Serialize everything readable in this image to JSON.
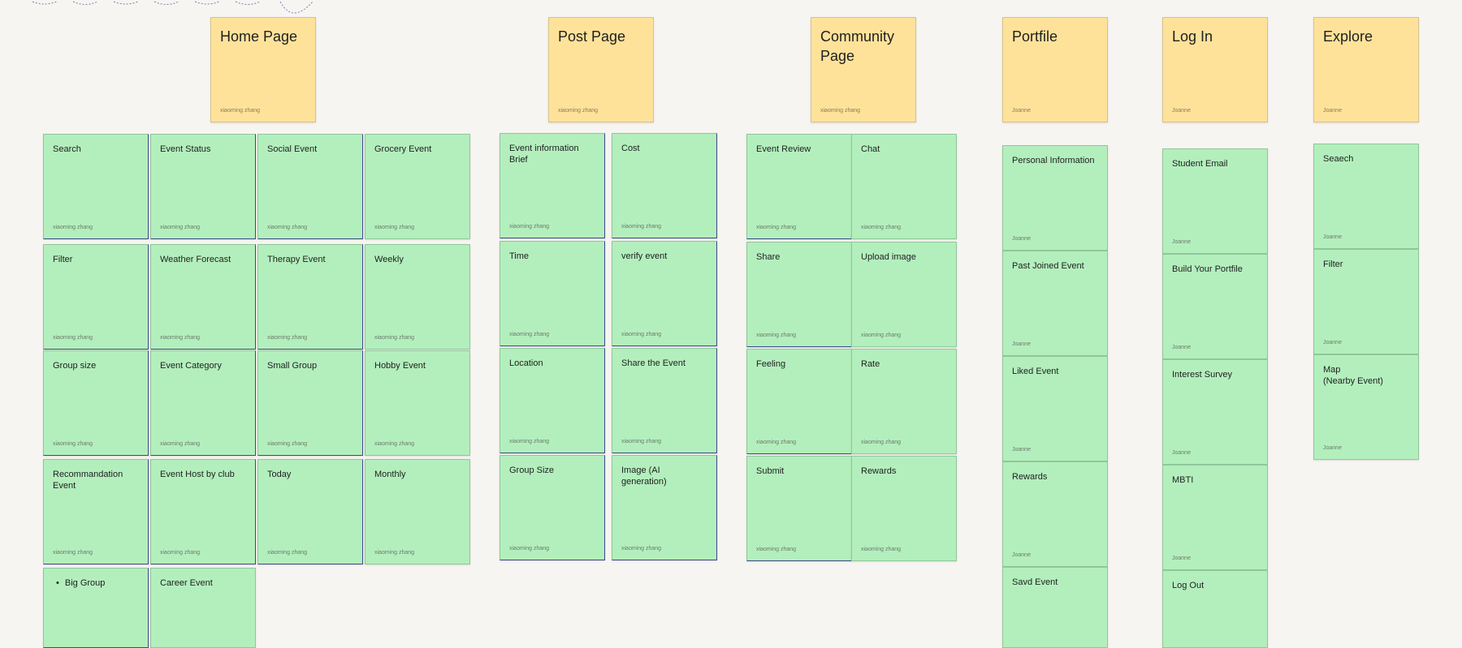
{
  "colors": {
    "canvas": "#f7f5f1",
    "header_note": "#ffe29a",
    "item_note": "#b3efbd"
  },
  "headers": [
    {
      "title": "Home Page",
      "author": "xiaoming zhang"
    },
    {
      "title": "Post Page",
      "author": "xiaoming zhang"
    },
    {
      "title": "Community Page",
      "author": "xiaoming zhang"
    },
    {
      "title": "Portfile",
      "author": "Joanne"
    },
    {
      "title": "Log In",
      "author": "Joanne"
    },
    {
      "title": "Explore",
      "author": "Joanne"
    }
  ],
  "notes": [
    {
      "title": "Search",
      "author": "xiaoming zhang"
    },
    {
      "title": "Event Status",
      "author": "xiaoming zhang"
    },
    {
      "title": "Social Event",
      "author": "xiaoming zhang"
    },
    {
      "title": "Grocery Event",
      "author": "xiaoming zhang"
    },
    {
      "title": "Filter",
      "author": "xiaoming zhang"
    },
    {
      "title": "Weather Forecast",
      "author": "xiaoming zhang"
    },
    {
      "title": "Therapy Event",
      "author": "xiaoming zhang"
    },
    {
      "title": "Weekly",
      "author": "xiaoming zhang"
    },
    {
      "title": "Group size",
      "author": "xiaoming zhang"
    },
    {
      "title": "Event Category",
      "author": "xiaoming zhang"
    },
    {
      "title": "Small Group",
      "author": "xiaoming zhang"
    },
    {
      "title": "Hobby Event",
      "author": "xiaoming zhang"
    },
    {
      "title": "Recommandation Event",
      "author": "xiaoming zhang"
    },
    {
      "title": "Event Host by club",
      "author": "xiaoming zhang"
    },
    {
      "title": "Today",
      "author": "xiaoming zhang"
    },
    {
      "title": "Monthly",
      "author": "xiaoming zhang"
    },
    {
      "title": "Big Group",
      "author": ""
    },
    {
      "title": "Career Event",
      "author": ""
    },
    {
      "title": "Event information Brief",
      "author": "xiaoming zhang"
    },
    {
      "title": "Cost",
      "author": "xiaoming zhang"
    },
    {
      "title": "Time",
      "author": "xiaoming zhang"
    },
    {
      "title": "verify event",
      "author": "xiaoming zhang"
    },
    {
      "title": "Location",
      "author": "xiaoming zhang"
    },
    {
      "title": "Share the Event",
      "author": "xiaoming zhang"
    },
    {
      "title": "Group Size",
      "author": "xiaoming zhang"
    },
    {
      "title": "Image (AI generation)",
      "author": "xiaoming zhang"
    },
    {
      "title": "Event Review",
      "author": "xiaoming zhang"
    },
    {
      "title": "Chat",
      "author": "xiaoming zhang"
    },
    {
      "title": "Share",
      "author": "xiaoming zhang"
    },
    {
      "title": "Upload image",
      "author": "xiaoming zhang"
    },
    {
      "title": "Feeling",
      "author": "xiaoming zhang"
    },
    {
      "title": "Rate",
      "author": "xiaoming zhang"
    },
    {
      "title": "Submit",
      "author": "xiaoming zhang"
    },
    {
      "title": "Rewards",
      "author": "xiaoming zhang"
    },
    {
      "title": "Personal Information",
      "author": "Joanne"
    },
    {
      "title": "Past Joined Event",
      "author": "Joanne"
    },
    {
      "title": "Liked Event",
      "author": "Joanne"
    },
    {
      "title": "Rewards",
      "author": "Joanne"
    },
    {
      "title": "Savd Event",
      "author": ""
    },
    {
      "title": "Student Email",
      "author": "Joanne"
    },
    {
      "title": "Build Your Portfile",
      "author": "Joanne"
    },
    {
      "title": "Interest Survey",
      "author": "Joanne"
    },
    {
      "title": "MBTI",
      "author": "Joanne"
    },
    {
      "title": "Log Out",
      "author": ""
    },
    {
      "title": "Seaech",
      "author": "Joanne"
    },
    {
      "title": "Filter",
      "author": "Joanne"
    },
    {
      "title": "Map\n(Nearby Event)",
      "author": "Joanne"
    }
  ]
}
